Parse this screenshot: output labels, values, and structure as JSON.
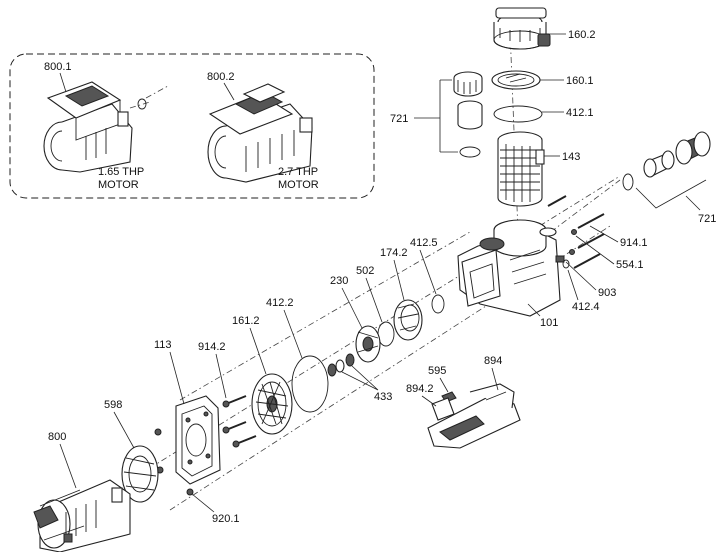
{
  "parts": {
    "p160_2": "160.2",
    "p160_1": "160.1",
    "p412_1": "412.1",
    "p143": "143",
    "p721_top": "721",
    "p721_right": "721",
    "p914_1": "914.1",
    "p554_1": "554.1",
    "p903": "903",
    "p412_4": "412.4",
    "p101": "101",
    "p412_5": "412.5",
    "p174_2": "174.2",
    "p502": "502",
    "p230": "230",
    "p433": "433",
    "p412_2": "412.2",
    "p161_2": "161.2",
    "p914_2": "914.2",
    "p113": "113",
    "p598": "598",
    "p800": "800",
    "p920_1": "920.1",
    "p595": "595",
    "p894": "894",
    "p894_2": "894.2"
  },
  "inset": {
    "motor_a": {
      "part": "800.1",
      "line1": "1.65 THP",
      "line2": "MOTOR"
    },
    "motor_b": {
      "part": "800.2",
      "line1": "2.7 THP",
      "line2": "MOTOR"
    }
  }
}
